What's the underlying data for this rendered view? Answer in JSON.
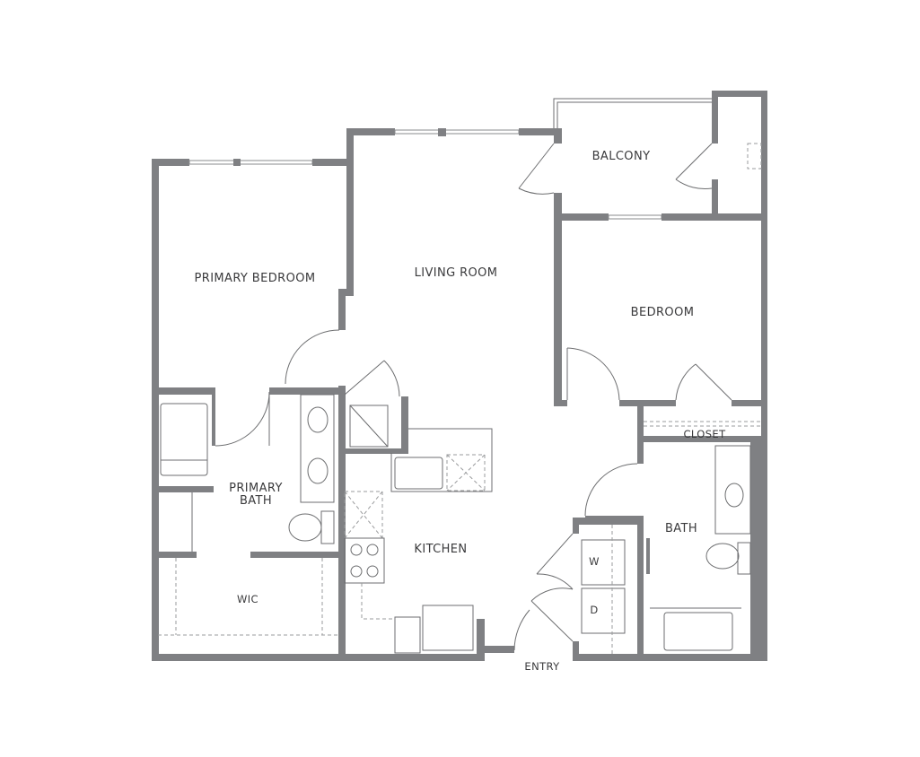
{
  "colors": {
    "wall": "#7f8083",
    "line": "#6d6e70",
    "label": "#3a3a3c"
  },
  "rooms": {
    "primary_bedroom": "PRIMARY BEDROOM",
    "living_room": "LIVING ROOM",
    "balcony": "BALCONY",
    "bedroom": "BEDROOM",
    "closet": "CLOSET",
    "primary_bath_1": "PRIMARY",
    "primary_bath_2": "BATH",
    "kitchen": "KITCHEN",
    "bath": "BATH",
    "wic": "WIC",
    "washer": "W",
    "dryer": "D",
    "entry": "ENTRY"
  }
}
